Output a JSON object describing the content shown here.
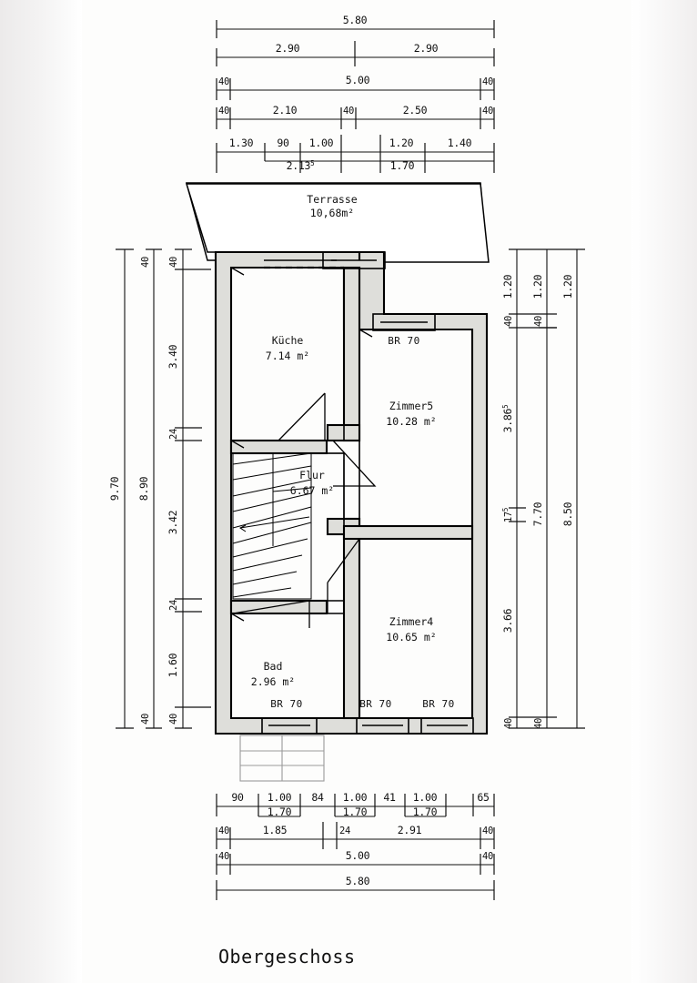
{
  "title": "Obergeschoss",
  "rooms": [
    {
      "name": "Terrasse",
      "area": "10,68m²"
    },
    {
      "name": "Küche",
      "area": "7.14 m²"
    },
    {
      "name": "Zimmer5",
      "area": "10.28 m²"
    },
    {
      "name": "Flur",
      "area": "6.67 m²"
    },
    {
      "name": "Zimmer4",
      "area": "10.65 m²"
    },
    {
      "name": "Bad",
      "area": "2.96 m²"
    }
  ],
  "window_labels": [
    {
      "label": "BR 70",
      "position": "zimmer5-north"
    },
    {
      "label": "BR 70",
      "position": "bad-south"
    },
    {
      "label": "BR 70",
      "position": "zimmer4-south-left"
    },
    {
      "label": "BR 70",
      "position": "zimmer4-south-right"
    }
  ],
  "dimensions": {
    "top": {
      "row1": [
        "5.80"
      ],
      "row2": [
        "2.90",
        "2.90"
      ],
      "row3": [
        "40",
        "5.00",
        "40"
      ],
      "row4": [
        "40",
        "2.10",
        "40",
        "2.50",
        "40"
      ],
      "row5": [
        "1.30",
        "90",
        "1.00",
        "1.20",
        "1.40"
      ],
      "row6": [
        "2.13",
        "1.70"
      ],
      "row6_sup": "5"
    },
    "left": {
      "outer": "9.70",
      "middle": "8.90",
      "inner": [
        "40",
        "3.40",
        "24",
        "3.42",
        "24",
        "1.60",
        "40"
      ],
      "inner_top_dup": "40",
      "inner_bottom_dup": "40"
    },
    "right": {
      "top_row": [
        "1.20",
        "1.20",
        "1.20"
      ],
      "second_row": [
        "40",
        "40"
      ],
      "inner": [
        "3.86",
        "17",
        "3.66"
      ],
      "inner_sup": [
        "5",
        "5"
      ],
      "middle": "7.70",
      "outer": "8.50",
      "bottom_row": [
        "40",
        "40"
      ]
    },
    "bottom": {
      "row1": [
        "90",
        "1.00",
        "84",
        "1.00",
        "41",
        "1.00",
        "65"
      ],
      "row2": [
        "1.70",
        "1.70",
        "1.70"
      ],
      "row3": [
        "40",
        "1.85",
        "24",
        "2.91",
        "40"
      ],
      "row4": [
        "40",
        "5.00",
        "40"
      ],
      "row5": [
        "5.80"
      ]
    }
  },
  "colors": {
    "ink": "#111111",
    "wall_hatch": "#dededa",
    "paper": "#fdfdfc",
    "scan_edge": "#eceaea"
  }
}
